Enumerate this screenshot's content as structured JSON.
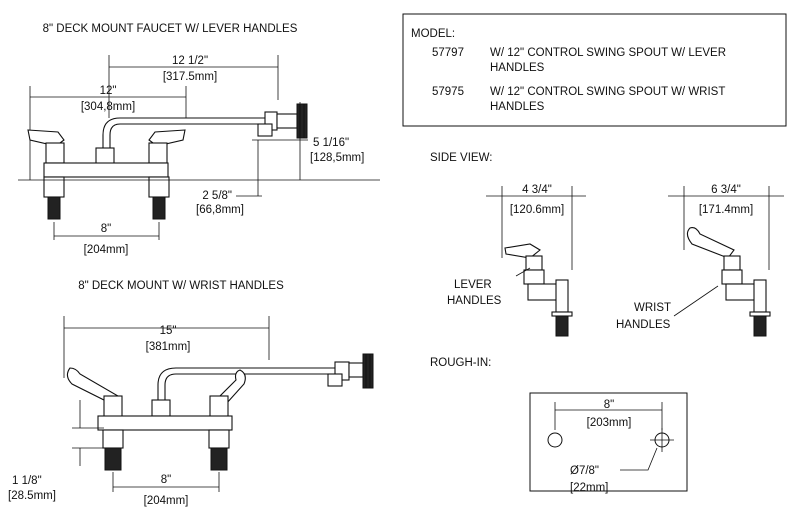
{
  "top_view": {
    "title": "8\" DECK MOUNT FAUCET W/ LEVER HANDLES",
    "dim_spout_in": "12 1/2\"",
    "dim_spout_mm": "[317.5mm]",
    "dim_reach_in": "12\"",
    "dim_reach_mm": "[304,8mm]",
    "dim_height_in": "5 1/16\"",
    "dim_height_mm": "[128,5mm]",
    "dim_base_in": "2 5/8\"",
    "dim_base_mm": "[66,8mm]",
    "dim_center_in": "8\"",
    "dim_center_mm": "[204mm]"
  },
  "bottom_view": {
    "title": "8\" DECK MOUNT  W/ WRIST HANDLES",
    "dim_spout_in": "15\"",
    "dim_spout_mm": "[381mm]",
    "dim_deck_in": "1 1/8\"",
    "dim_deck_mm": "[28.5mm]",
    "dim_center_in": "8\"",
    "dim_center_mm": "[204mm]"
  },
  "model_box": {
    "heading": "MODEL:",
    "rows": [
      {
        "number": "57797",
        "line1": "W/ 12\" CONTROL SWING SPOUT W/ LEVER",
        "line2": "HANDLES"
      },
      {
        "number": "57975",
        "line1": "W/ 12\" CONTROL SWING SPOUT W/ WRIST",
        "line2": "HANDLES"
      }
    ]
  },
  "side_view": {
    "title": "SIDE VIEW:",
    "lever_in": "4 3/4\"",
    "lever_mm": "[120.6mm]",
    "lever_label_1": "LEVER",
    "lever_label_2": "HANDLES",
    "wrist_in": "6 3/4\"",
    "wrist_mm": "[171.4mm]",
    "wrist_label_1": "WRIST",
    "wrist_label_2": "HANDLES"
  },
  "rough_in": {
    "title": "ROUGH-IN:",
    "spacing_in": "8\"",
    "spacing_mm": "[203mm]",
    "hole_in": "Ø7/8\"",
    "hole_mm": "[22mm]"
  }
}
